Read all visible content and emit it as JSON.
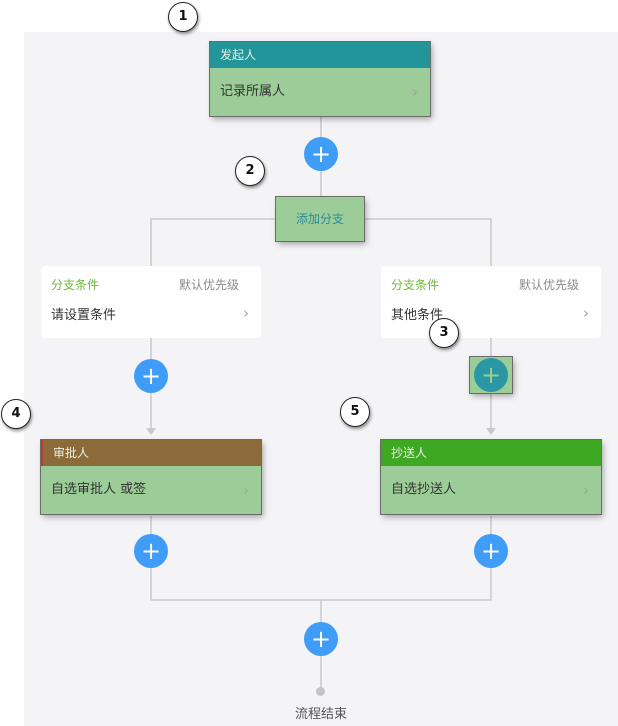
{
  "markers": [
    "1",
    "2",
    "3",
    "4",
    "5"
  ],
  "initiator": {
    "title": "发起人",
    "content": "记录所属人",
    "header_color": "#22959a"
  },
  "add_branch_label": "添加分支",
  "branches": [
    {
      "condition_title": "分支条件",
      "priority": "默认优先级",
      "condition_text": "请设置条件"
    },
    {
      "condition_title": "分支条件",
      "priority": "默认优先级",
      "condition_text": "其他条件"
    }
  ],
  "approver": {
    "title": "审批人",
    "content": "自选审批人 或签",
    "header_color": "#8c6a3a"
  },
  "cc": {
    "title": "抄送人",
    "content": "自选抄送人",
    "header_color": "#3ea823"
  },
  "add_icon": "plus-icon",
  "chevron_icon": "chevron-right-icon",
  "end_label": "流程结束",
  "colors": {
    "add_button": "#3f9cf7",
    "canvas": "#f4f3f6",
    "highlight_overlay": "#9ccc97",
    "condition_title": "#6fb83b"
  }
}
